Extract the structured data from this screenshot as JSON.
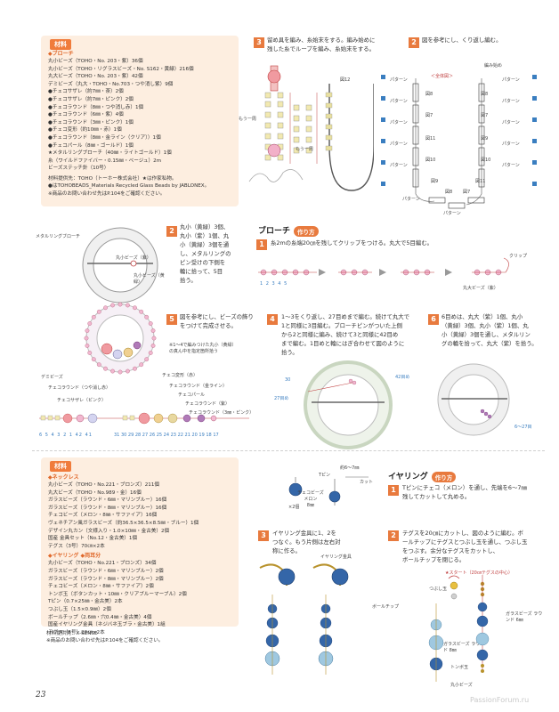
{
  "colors": {
    "accent": "#e87a3e",
    "tag": "#f07c3c",
    "box": "#fdeee0",
    "blue": "#3a7ec0"
  },
  "page_number": "23",
  "footer_url": "PassionForum.ru",
  "section1": {
    "materials_tag": "材料",
    "brooch_head": "◆ブローチ",
    "lines": [
      "丸小ビーズ（TOHO・No. 203・紫）36個",
      "丸小ビーズ（TOHO・リグラスビーズ・No. S162・黄緑）216個",
      "丸大ビーズ（TOHO・No. 203・紫）42個",
      "デミビーズ（丸大・TOHO・No.703・つや消し紫）9個",
      "●チェコサザレ（約7㎜・茶）2個",
      "●チェコサザレ（約7㎜・ピンク）2個",
      "●チェコラウンド（8㎜・つや消し赤）1個",
      "●チェコラウンド（6㎜・紫）4個",
      "●チェコラウンド（3㎜・ピンク）1個",
      "●チェコ変形（約10㎜・赤）1個",
      "●チェコラウンド（8㎜・金ライン（クリア））1個",
      "●チェコパール（8㎜・ゴールド）1個",
      "★メタルリングブローチ（40㎜・ライトゴールド）1個",
      "糸（ワイルドファイバー・0.15㎜・ベージュ）2m",
      "ビーズステッチ針（10号）"
    ],
    "notes": [
      "材料提供先：TOHO（トーホー株式会社）★は作家私物。",
      "●はTOHOBEADS_Materials Recycled Glass Beads by JABLONEX。",
      "※商品のお問い合わせ先はP.104をご確認ください。"
    ]
  },
  "steps": {
    "s3": {
      "num": "3",
      "text": [
        "留め具を編み、糸始末をする。編み始めに",
        "残した糸でループを編み、糸始末をする。"
      ]
    },
    "s2": {
      "num": "2",
      "text": [
        "図を参考にし、くり返し編む。"
      ]
    },
    "s2b": {
      "num": "2",
      "text": [
        "丸小（黄緑）3個、",
        "丸小（紫）1個、丸",
        "小（黄緑）3個を通",
        "し、メタルリングの",
        "ピン受けの下側を",
        "輪に拾って、5目",
        "拾う。"
      ]
    },
    "s5": {
      "num": "5",
      "text": [
        "図を参考にし、ビーズの飾り",
        "をつけて完成させる。"
      ]
    },
    "s1": {
      "num": "1",
      "text": [
        "糸2mの糸端20㎝を残してクリップをつける。丸大で5目編む。"
      ]
    },
    "s4": {
      "num": "4",
      "text": [
        "1～3をくり返し、27目めまで編む。続けて丸大で",
        "1と同様に3目編む。ブローチピンがついた上側",
        "から2と同様に編み、続けて3と同様に42目め",
        "まで編む。1目めと輪にはぎ合わせて図のように",
        "拾う。"
      ]
    },
    "s6": {
      "num": "6",
      "text": [
        "6目めは、丸大（紫）1個、丸小",
        "（黄緑）3個、丸小（紫）1個、丸",
        "小（黄緑）3個を通し、メタルリン",
        "グの輪を拾って、丸大（紫）を拾う。"
      ]
    }
  },
  "brooch_title": "ブローチ",
  "earring_title": "イヤリング",
  "howto_label": "作り方",
  "diagram_labels": {
    "whole": "＜全体図＞",
    "start": "編み始め",
    "pattern": "パターン",
    "mou_ippon": "もう一周",
    "fig12": "図12",
    "fig8": "図8",
    "fig7": "図7",
    "fig9": "図9",
    "fig11": "図11",
    "fig10": "図10",
    "metal_ring": "メタルリングブローチ",
    "maru_koko": "丸小ビーズ（紫）",
    "maru_kigreen": "丸小ビーズ（黄緑）",
    "note_star": "※1～4で編みつけた丸小（黄緑）の真ん中を指定箇所拾う",
    "demi": "デミビーズ",
    "czech_red_matt": "チェコラウンド（つや消し赤）",
    "czech_sazare_pink": "チェコサザレ（ピンク）",
    "czech_henkei": "チェコ変形（赤）",
    "czech_gold": "チェコラウンド（金ライン）",
    "czech_pearl": "チェコパール",
    "czech_purple": "チェコラウンド（紫）",
    "czech_pink3": "チェコラウンド（3㎜・ピンク）",
    "clip": "クリップ",
    "maru_dai": "丸大ビーズ（紫）",
    "seq1": "6 5 4 3 2 1 42 41",
    "seq2": "31 30 29 28 27 26 25 24 23 22 21 20 19 18 17",
    "n12345": "1 2 3 4 5",
    "n30": "30",
    "n27": "27目め",
    "n42": "42目め",
    "n6_27": "6～27目",
    "tpin": "Tピン",
    "cut": "カット",
    "len67": "約6～7㎜",
    "czech_melon": "チェコビーズ\nメロン\n8㎜",
    "x2": "×2個",
    "earring_metal": "イヤリング金具",
    "start_20": "★スタート（20㎝テグスの中心）",
    "tsubushi": "つぶし玉",
    "ball_chip": "ボールチップ",
    "glass_round6": "ガラスビーズ ラウンド 6㎜",
    "glass_round8": "ガラスビーズ ラウンド 8㎜",
    "tonbo": "トンボ玉",
    "maru_ko": "丸小ビーズ"
  },
  "section2": {
    "materials_tag": "材料",
    "necklace_head": "◆ネックレス",
    "necklace": [
      "丸小ビーズ（TOHO・No.221・ブロンズ）211個",
      "丸大ビーズ（TOHO・No.989・金）16個",
      "ガラスビーズ（ラウンド・6㎜・マリンブルー）16個",
      "ガラスビーズ（ラウンド・8㎜・マリンブルー）16個",
      "チェコビーズ（メロン・8㎜・サファイア）16個",
      "ヴェネチアン風ガラスビーズ（約36.5×36.5×8.5㎜・ブルー）1個",
      "デザイン丸カン（文様入り・1.0×10㎜・金古美）2個",
      "国産 金具セット（No.12・金古美）1個",
      "テグス（3号）70㎝×2本"
    ],
    "earring_head": "◆イヤリング ◆両耳分",
    "earring": [
      "丸小ビーズ（TOHO・No.221・ブロンズ）34個",
      "ガラスビーズ（ラウンド・6㎜・マリンブルー）2個",
      "ガラスビーズ（ラウンド・8㎜・マリンブルー）2個",
      "チェコビーズ（メロン・8㎜・サファイア）2個",
      "トンボ玉（ボタンカット・10㎜・クリアブルーマーブル）2個",
      "Tピン（0.7×25㎜・金古美）2本",
      "つぶし玉（1.5×0.9㎜）2個",
      "ボールチップ（2.6㎜・穴0.4㎜・金古美）4個",
      "国産イヤリング金具（ネジバネ玉ブラ・金古美）1組",
      "テグス（3号）20㎝×2本"
    ],
    "notes": [
      "材料提供先：X-SENSE",
      "※商品のお問い合わせ先はP.104をご確認ください。"
    ]
  },
  "earring_steps": {
    "e1": {
      "num": "1",
      "text": [
        "Tピンにチェコ（メロン）を通し、先端を6～7㎜",
        "残してカットして丸める。"
      ]
    },
    "e2": {
      "num": "2",
      "text": [
        "テグスを20㎝にカットし、図のように編む。ボ",
        "ールチップにテグスとつぶし玉を通し、つぶし玉",
        "をつぶす。余分なテグスをカットし、",
        "ボールチップを閉じる。"
      ]
    },
    "e3": {
      "num": "3",
      "text": [
        "イヤリング金具に1、2を",
        "つなぐ。もう片側は左右対",
        "称に作る。"
      ]
    }
  }
}
